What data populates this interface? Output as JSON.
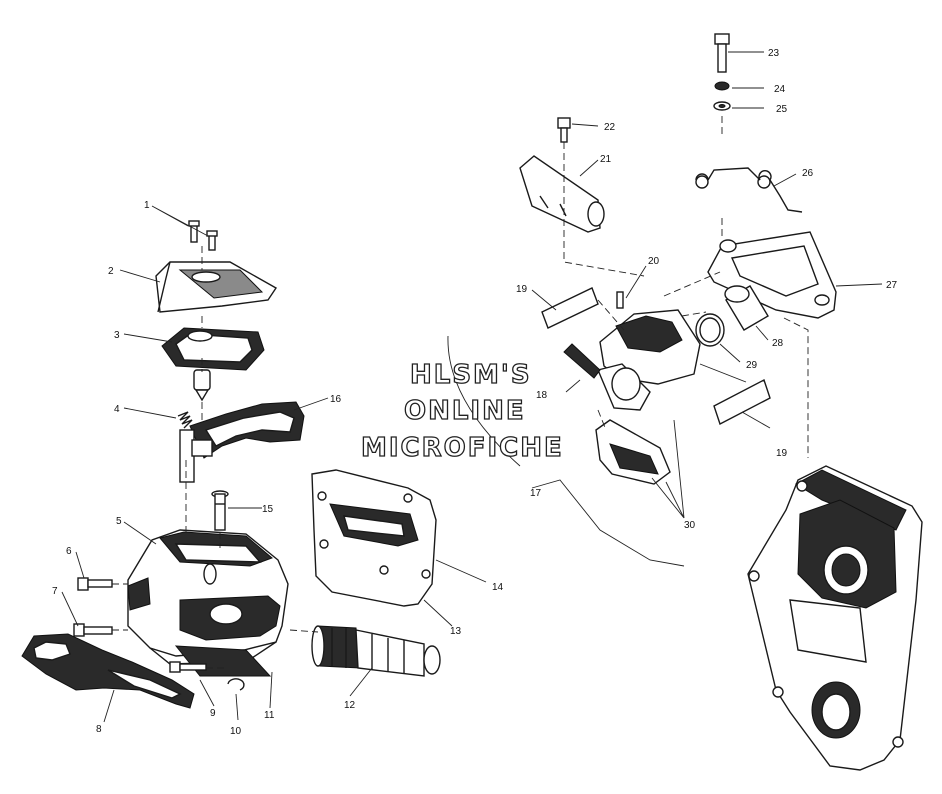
{
  "watermark": {
    "line1": "HLSM'S",
    "line2": "ONLINE",
    "line3": "MICROFICHE"
  },
  "callouts": [
    "1",
    "2",
    "3",
    "4",
    "5",
    "6",
    "7",
    "8",
    "9",
    "10",
    "11",
    "12",
    "13",
    "14",
    "15",
    "16",
    "17",
    "18",
    "19",
    "19",
    "20",
    "21",
    "22",
    "23",
    "24",
    "25",
    "26",
    "27",
    "28",
    "29",
    "30"
  ]
}
